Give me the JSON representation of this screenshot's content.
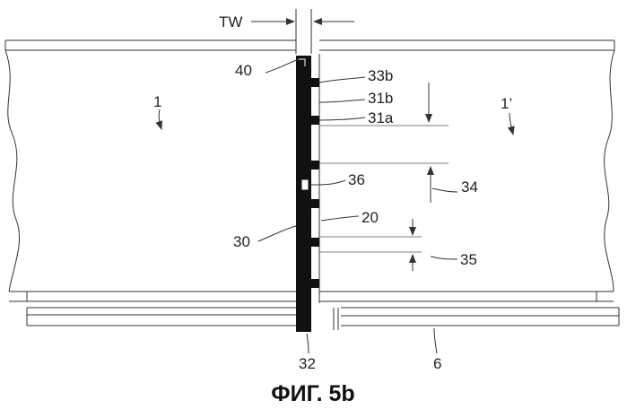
{
  "labels": {
    "tw": "TW",
    "l40": "40",
    "l33b": "33b",
    "l31b": "31b",
    "l31a": "31a",
    "l1": "1",
    "l1p": "1’",
    "l36": "36",
    "l34": "34",
    "l20": "20",
    "l30": "30",
    "l35": "35",
    "l32": "32",
    "l6": "6"
  },
  "caption": "ФИГ. 5b"
}
